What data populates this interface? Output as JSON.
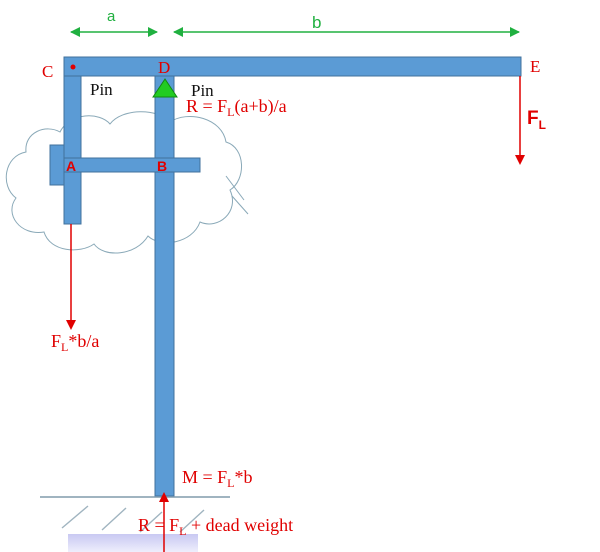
{
  "colors": {
    "beam": "#5b9bd5",
    "beam_edge": "#41719c",
    "force": "#e00000",
    "dimension": "#20b040",
    "pin": "#22cc22",
    "label_red": "#e00000",
    "label_black": "#111111"
  },
  "dimensions": {
    "a": "a",
    "b": "b"
  },
  "points": {
    "C": "C",
    "D": "D",
    "E": "E",
    "A": "A",
    "B": "B"
  },
  "supports": {
    "pin_c": "Pin",
    "pin_d": "Pin"
  },
  "forces": {
    "fl_main": "F",
    "fl_main_sub": "L",
    "reaction_d_prefix": "R = F",
    "reaction_d_sub": "L",
    "reaction_d_suffix": "(a+b)/a",
    "c_force_prefix": "F",
    "c_force_sub": "L",
    "c_force_suffix": "*b/a",
    "moment_prefix": "M = F",
    "moment_sub": "L",
    "moment_suffix": "*b",
    "base_reaction_prefix": "R = F",
    "base_reaction_sub": "L",
    "base_reaction_suffix": " + dead weight"
  }
}
